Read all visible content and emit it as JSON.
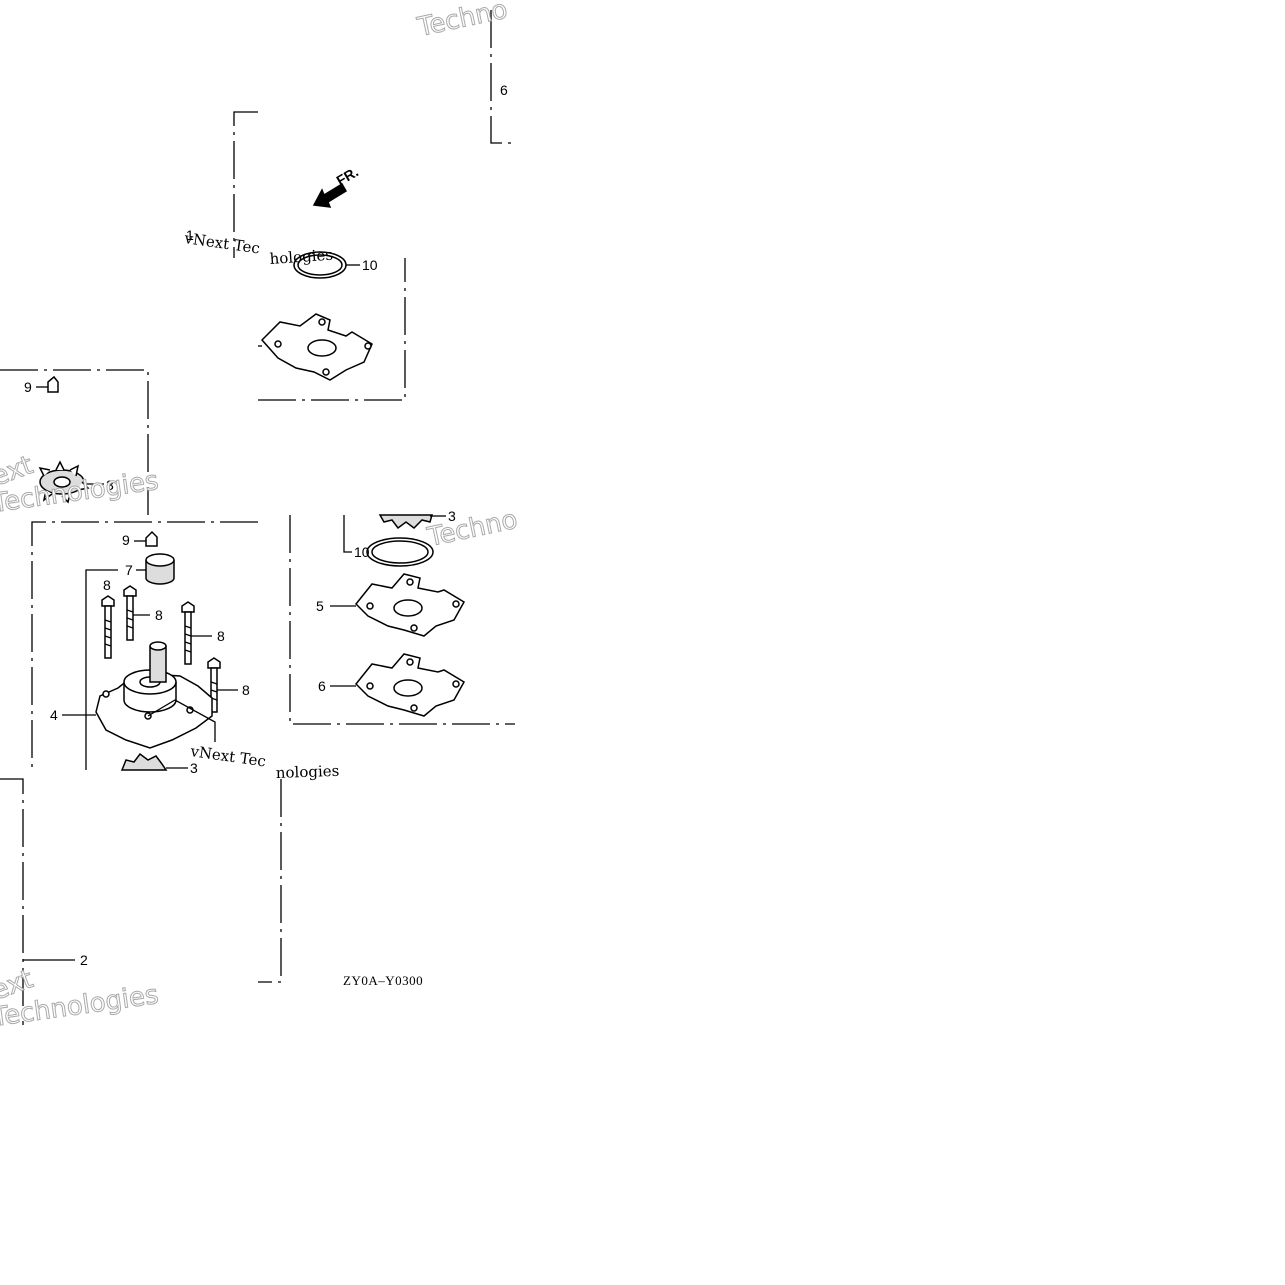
{
  "diagram": {
    "code": "ZY0A–Y0300",
    "direction_marker": "FR.",
    "watermarks": {
      "outline_1": "Techno",
      "outline_2": "Techno",
      "outline_3": "ext",
      "outline_4": "Technologies",
      "outline_5": "ext",
      "outline_6": "Technologies",
      "text_1": "vNext Tec",
      "text_2": "hologies",
      "text_3": "vNext Tec",
      "text_4": "nologies"
    },
    "callouts": {
      "c1": "1",
      "c2": "2",
      "c3a": "3",
      "c3b": "3",
      "c3c": "3",
      "c4": "4",
      "c5": "5",
      "c6a": "6",
      "c6b": "6",
      "c7": "7",
      "c8a": "8",
      "c8b": "8",
      "c8c": "8",
      "c8d": "8",
      "c9a": "9",
      "c9b": "9",
      "c10a": "10",
      "c10b": "10"
    }
  }
}
